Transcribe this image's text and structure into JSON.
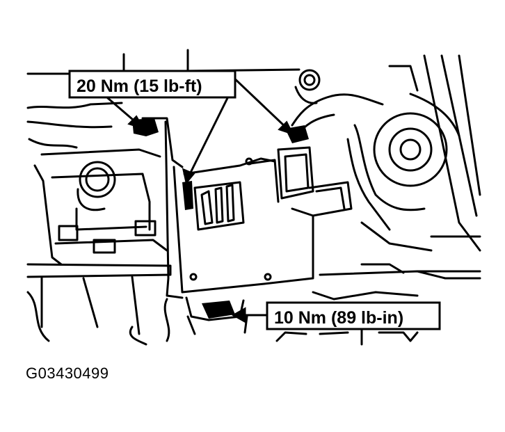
{
  "callouts": [
    {
      "id": "top",
      "text": "20 Nm (15 lb-ft)"
    },
    {
      "id": "bottom",
      "text": "10 Nm (89 lb-in)"
    }
  ],
  "figure_id": "G03430499",
  "colors": {
    "ink": "#000000",
    "paper": "#ffffff"
  }
}
